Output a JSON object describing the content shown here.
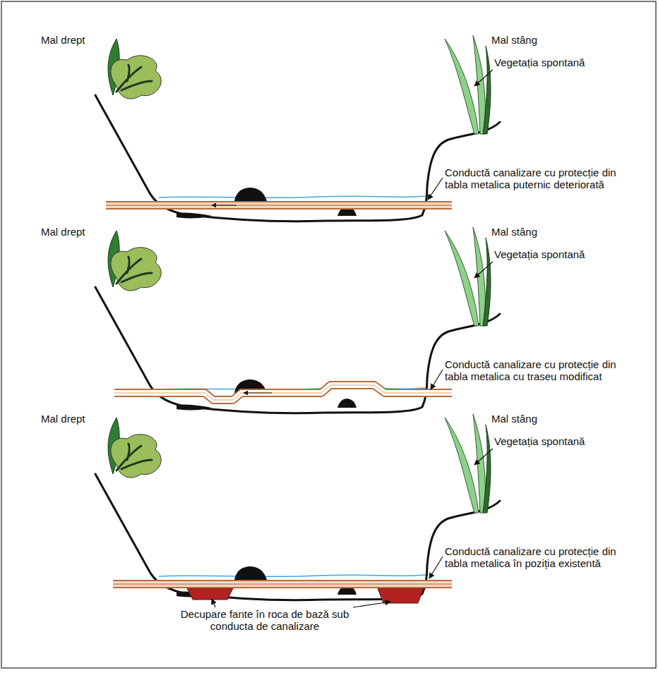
{
  "diagram": {
    "labels": [
      "Mal drept",
      "Mal stâng",
      "Vegetația spontană",
      "Conductă canalizare cu protecție din tabla metalica puternic deteriorată",
      "Mal drept",
      "Mal stâng",
      "Vegetația spontană",
      "Conductă canalizare cu protecție din tabla metalica cu traseu modificat",
      "Mal drept",
      "Mal stâng",
      "Vegetația spontană",
      "Conductă canalizare cu protecție din tabla metalica în poziția existentă",
      "Decupare fante în roca de bază sub conducta de canalizare"
    ]
  }
}
